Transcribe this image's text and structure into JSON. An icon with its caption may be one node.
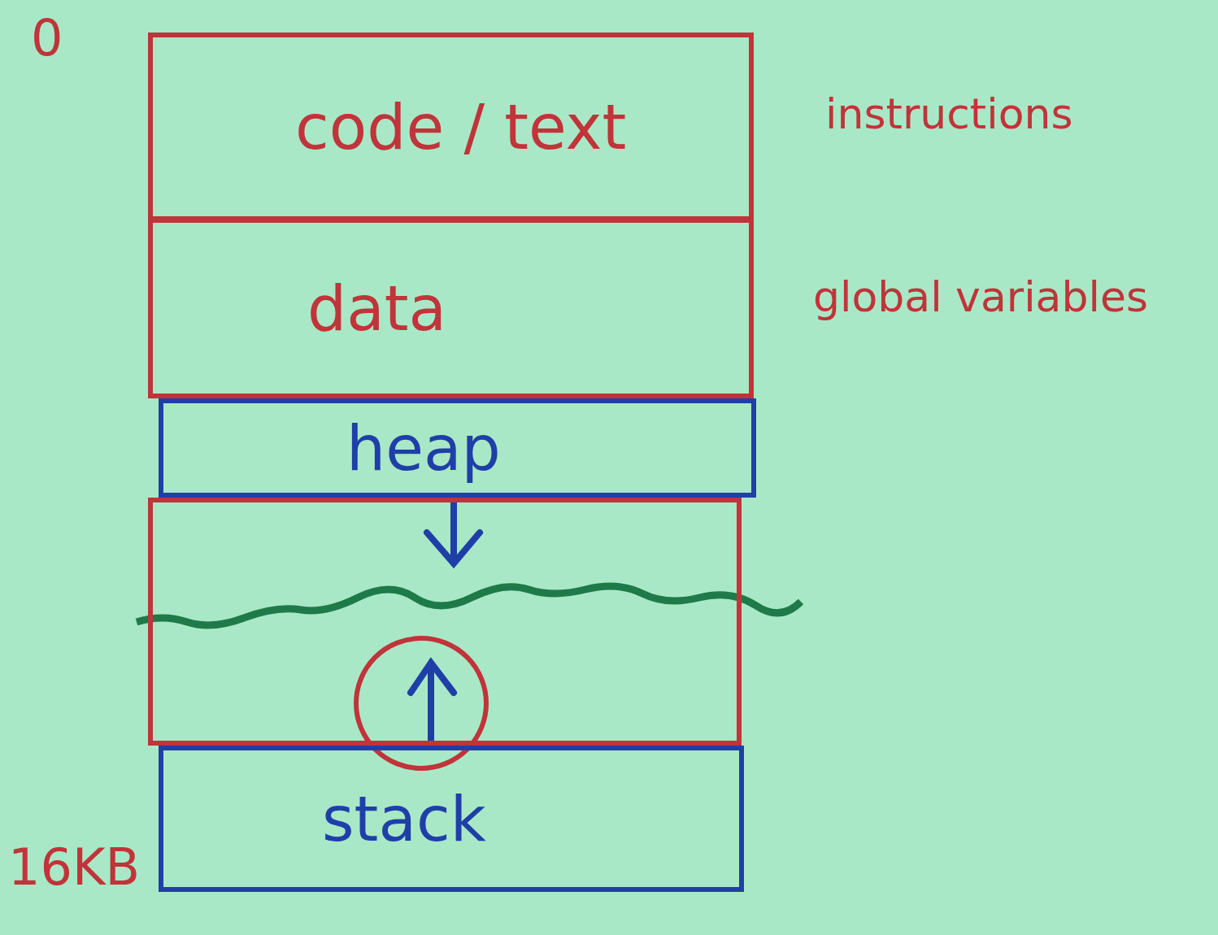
{
  "diagram": {
    "nodes": [
      {
        "text": [
          "code / text"
        ],
        "beside": [
          "instructions"
        ]
      },
      {
        "text": [
          "data"
        ],
        "beside": [
          "global variables"
        ]
      },
      {
        "text": [
          "heap"
        ]
      },
      {
        "text": [],
        "shape": "box"
      },
      {
        "text": [
          "stack"
        ]
      }
    ],
    "labels": [
      "0",
      "16KB"
    ]
  }
}
